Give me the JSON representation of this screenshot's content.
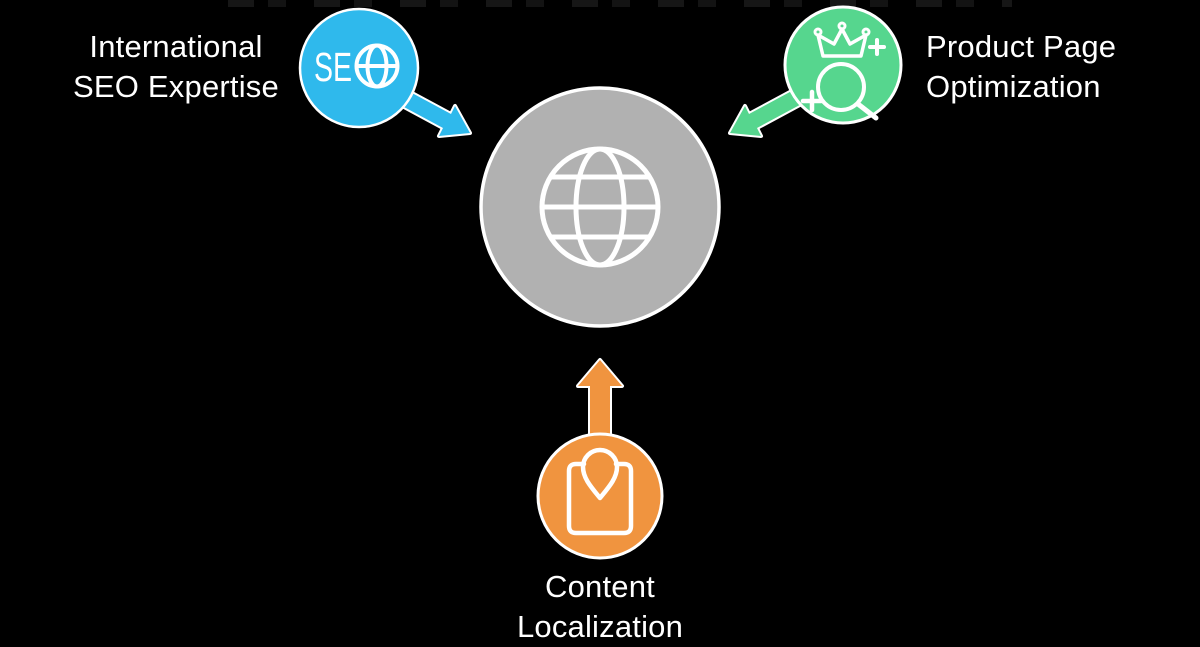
{
  "diagram": {
    "background_color": "#000000",
    "text_color": "#FFFFFF",
    "outline_color": "#FFFFFF",
    "center_node": {
      "icon": "globe-icon",
      "fill_color": "#B1B1B1"
    },
    "nodes": [
      {
        "id": "international-seo",
        "label_line1": "International",
        "label_line2": "SEO Expertise",
        "icon": "seo-globe-icon",
        "icon_text": "SE",
        "color": "#2FB9EC",
        "arrow_direction": "down-right"
      },
      {
        "id": "product-page-optimization",
        "label_line1": "Product Page",
        "label_line2": "Optimization",
        "icon": "crown-magnifier-icon",
        "color": "#56D68E",
        "arrow_direction": "down-left"
      },
      {
        "id": "content-localization",
        "label_line1": "Content",
        "label_line2": "Localization",
        "icon": "location-pin-box-icon",
        "color": "#F0943F",
        "arrow_direction": "up"
      }
    ]
  }
}
